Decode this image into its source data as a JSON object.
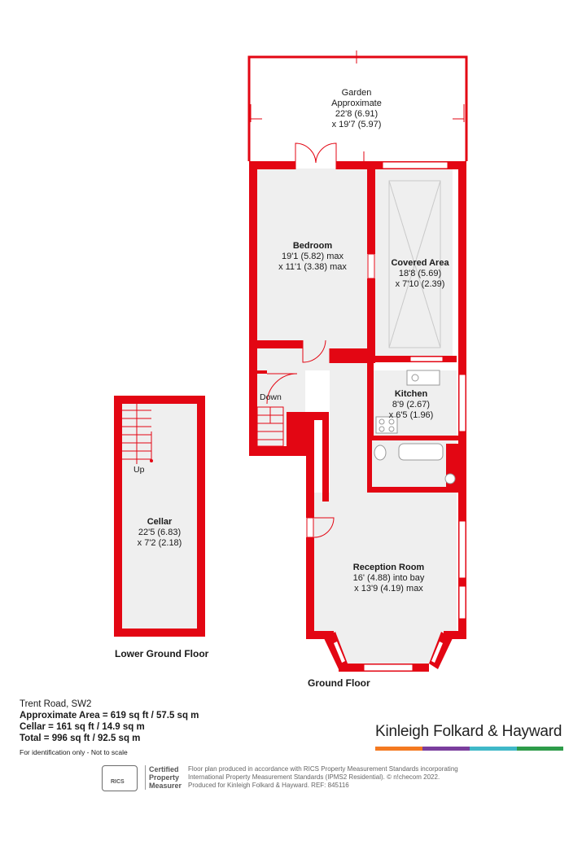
{
  "rooms": {
    "garden": {
      "name": "Garden",
      "line1": "Approximate",
      "line2": "22'8 (6.91)",
      "line3": "x 19'7 (5.97)"
    },
    "bedroom": {
      "name": "Bedroom",
      "line1": "19'1 (5.82) max",
      "line2": "x 11'1 (3.38) max"
    },
    "covered": {
      "name": "Covered Area",
      "line1": "18'8 (5.69)",
      "line2": "x 7'10 (2.39)"
    },
    "kitchen": {
      "name": "Kitchen",
      "line1": "8'9 (2.67)",
      "line2": "x 6'5 (1.96)"
    },
    "reception": {
      "name": "Reception Room",
      "line1": "16' (4.88) into bay",
      "line2": "x 13'9 (4.19) max"
    },
    "cellar": {
      "name": "Cellar",
      "line1": "22'5 (6.83)",
      "line2": "x 7'2 (2.18)"
    }
  },
  "stairs": {
    "down": "Down",
    "up": "Up"
  },
  "floors": {
    "lower": "Lower Ground Floor",
    "ground": "Ground Floor"
  },
  "summary": {
    "address": "Trent Road, SW2",
    "approx": "Approximate Area = 619 sq ft / 57.5 sq m",
    "cellar": "Cellar = 161 sq ft / 14.9 sq m",
    "total": "Total = 996 sq ft / 92.5 sq m",
    "note": "For identification only - Not to scale"
  },
  "brand": {
    "name": "Kinleigh Folkard & Hayward",
    "bar_colors": [
      "#f47920",
      "#7a3e9d",
      "#3fb8c8",
      "#2e9c4a"
    ]
  },
  "certification": {
    "logo_text": "RICS",
    "cert_line1": "Certified",
    "cert_line2": "Property",
    "cert_line3": "Measurer"
  },
  "disclaimer": {
    "line1": "Floor plan produced in accordance with RICS Property Measurement Standards incorporating",
    "line2": "International Property Measurement Standards (IPMS2 Residential).  © n!checom 2022.",
    "line3": "Produced for Kinleigh Folkard & Hayward.   REF: 845116"
  },
  "colors": {
    "wall": "#e30613",
    "floor": "#efefef"
  }
}
